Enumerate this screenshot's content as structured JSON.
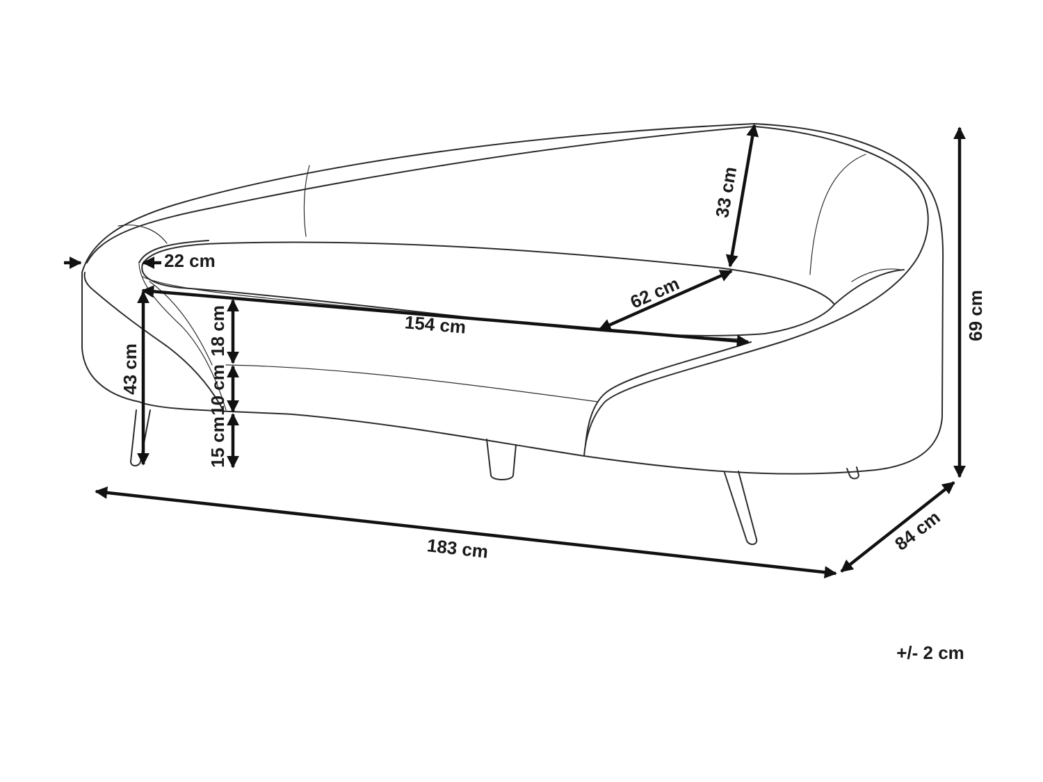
{
  "drawing": {
    "subject": "sofa-line-drawing",
    "colors": {
      "line": "#2a2a2a",
      "arrow": "#111111",
      "background": "#ffffff"
    }
  },
  "dimensions": {
    "overall_width": "183 cm",
    "overall_depth": "84 cm",
    "overall_height": "69 cm",
    "backrest_height": "33 cm",
    "seat_depth": "62 cm",
    "seat_width": "154 cm",
    "armrest_width": "22 cm",
    "seat_height": "43 cm",
    "cushion_height": "18 cm",
    "base_height": "10 cm",
    "leg_height": "15 cm"
  },
  "tolerance": "+/- 2 cm"
}
